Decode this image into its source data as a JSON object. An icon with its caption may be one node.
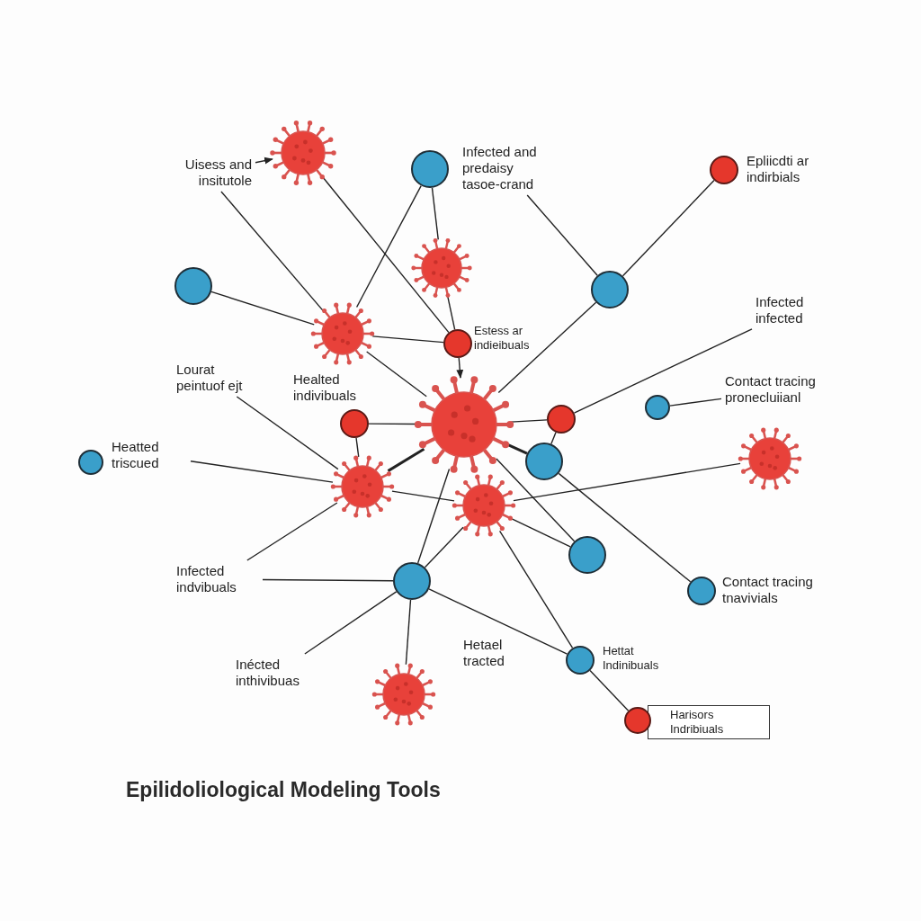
{
  "diagram": {
    "title": "Epilidoliological Modeling Tools",
    "nodes": [
      {
        "text": [],
        "shape": "virus"
      },
      {
        "text": [
          "Uisess and insitutole"
        ]
      },
      {
        "text": [],
        "shape": "circle"
      },
      {
        "text": [
          "Infected and predaisy tasoe-crand"
        ]
      },
      {
        "text": [],
        "shape": "dot",
        "beside": [
          "Epliicdti ar indirbials"
        ]
      },
      {
        "text": [],
        "shape": "virus"
      },
      {
        "text": [],
        "shape": "circle"
      },
      {
        "text": [],
        "shape": "circle"
      },
      {
        "text": [
          "Infected infected"
        ]
      },
      {
        "text": [],
        "shape": "virus"
      },
      {
        "text": [],
        "shape": "dot",
        "beside": [
          "Estess ar indieibuals"
        ]
      },
      {
        "text": [
          "Lourat peintuof ejt"
        ]
      },
      {
        "text": [],
        "shape": "dot",
        "beside": [
          "Healted indivibuals"
        ]
      },
      {
        "text": [
          "Contact tracing pronecluiianl"
        ]
      },
      {
        "text": [],
        "shape": "circle"
      },
      {
        "text": [],
        "shape": "dot"
      },
      {
        "text": [],
        "shape": "virus"
      },
      {
        "text": [
          "Heatted triscued"
        ]
      },
      {
        "text": [],
        "shape": "circle"
      },
      {
        "text": [],
        "shape": "circle"
      },
      {
        "text": [],
        "shape": "virus"
      },
      {
        "text": [],
        "shape": "virus"
      },
      {
        "text": [],
        "shape": "virus"
      },
      {
        "text": [],
        "shape": "circle"
      },
      {
        "text": [
          "Infected indvibuals"
        ]
      },
      {
        "text": [],
        "shape": "circle"
      },
      {
        "text": [],
        "shape": "circle",
        "beside": [
          "Contact tracing tnavivials"
        ]
      },
      {
        "text": [
          "Inécted inthivibuas"
        ]
      },
      {
        "text": [],
        "shape": "circle",
        "beside": [
          "Hettat Indinibuals"
        ]
      },
      {
        "text": [],
        "shape": "virus"
      },
      {
        "text": [],
        "shape": "dot"
      },
      {
        "text": [
          "Harisors Indribiuals"
        ]
      }
    ],
    "edges": [
      {
        "from": 1,
        "to": 0,
        "arrow": "to"
      },
      {
        "from": 1,
        "to": 9,
        "arrow": "none"
      },
      {
        "from": 0,
        "to": 10,
        "arrow": "none"
      },
      {
        "from": 2,
        "to": 9,
        "arrow": "none"
      },
      {
        "from": 2,
        "to": 5,
        "arrow": "none"
      },
      {
        "from": 5,
        "to": 10,
        "arrow": "none"
      },
      {
        "from": 3,
        "to": 7,
        "arrow": "none"
      },
      {
        "from": 4,
        "to": 7,
        "arrow": "none"
      },
      {
        "from": 7,
        "to": 16,
        "arrow": "none"
      },
      {
        "from": 6,
        "to": 9,
        "arrow": "none"
      },
      {
        "from": 9,
        "to": 10,
        "arrow": "none"
      },
      {
        "from": 9,
        "to": 16,
        "arrow": "none"
      },
      {
        "from": 10,
        "to": 16,
        "arrow": "to"
      },
      {
        "from": 12,
        "to": 16,
        "arrow": "none"
      },
      {
        "from": 12,
        "to": 21,
        "arrow": "none"
      },
      {
        "from": 16,
        "to": 15,
        "arrow": "none"
      },
      {
        "from": 16,
        "to": 19,
        "arrow": "none",
        "style": "thick"
      },
      {
        "from": 15,
        "to": 19,
        "arrow": "none"
      },
      {
        "from": 21,
        "to": 16,
        "arrow": "none",
        "style": "thick"
      },
      {
        "from": 16,
        "to": 23,
        "arrow": "none"
      },
      {
        "from": 16,
        "to": 25,
        "arrow": "none"
      },
      {
        "from": 8,
        "to": 15,
        "arrow": "none"
      },
      {
        "from": 13,
        "to": 14,
        "arrow": "none"
      },
      {
        "from": 19,
        "to": 26,
        "arrow": "none"
      },
      {
        "from": 22,
        "to": 20,
        "arrow": "none"
      },
      {
        "from": 21,
        "to": 22,
        "arrow": "none"
      },
      {
        "from": 22,
        "to": 23,
        "arrow": "none"
      },
      {
        "from": 22,
        "to": 25,
        "arrow": "none"
      },
      {
        "from": 22,
        "to": 28,
        "arrow": "none"
      },
      {
        "from": 25,
        "to": 28,
        "arrow": "none"
      },
      {
        "from": 25,
        "to": 29,
        "arrow": "none"
      },
      {
        "from": 11,
        "to": 21,
        "arrow": "none"
      },
      {
        "from": 17,
        "to": 21,
        "arrow": "none"
      },
      {
        "from": 24,
        "to": 21,
        "arrow": "none"
      },
      {
        "from": 24,
        "to": 25,
        "arrow": "none"
      },
      {
        "from": 27,
        "to": 25,
        "arrow": "none"
      },
      {
        "from": 28,
        "to": 30,
        "arrow": "none"
      }
    ],
    "labels": [
      "Hetael tracted"
    ]
  }
}
